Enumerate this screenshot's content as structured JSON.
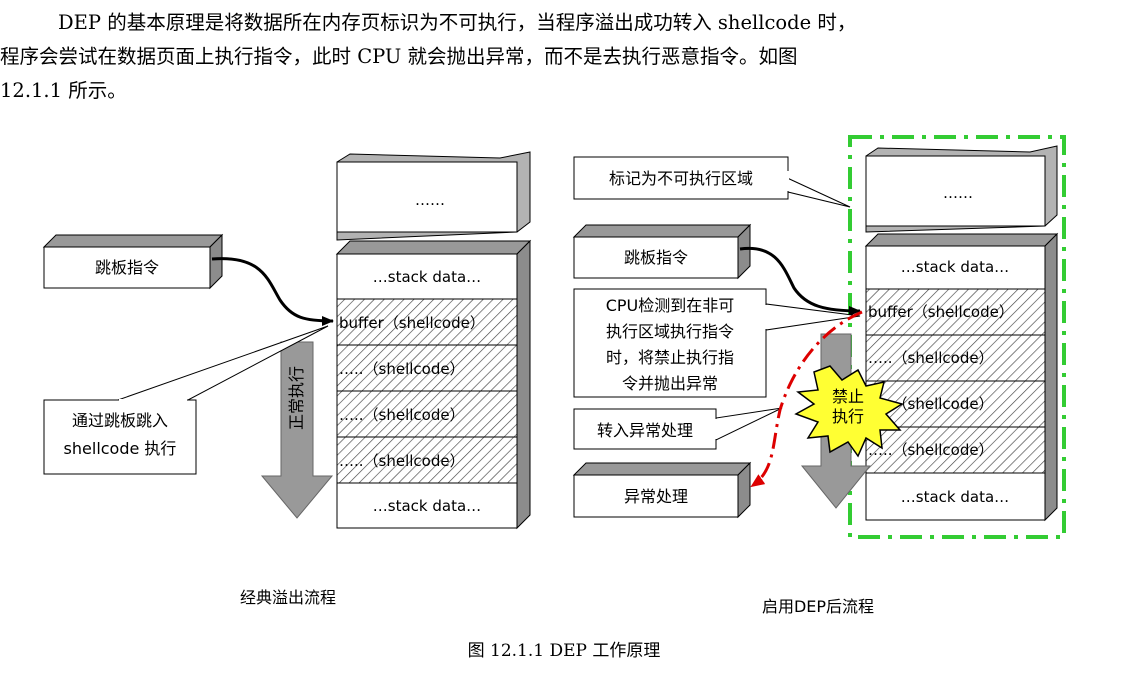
{
  "paragraph": {
    "line1": "DEP 的基本原理是将数据所在内存页标识为不可执行，当程序溢出成功转入 shellcode 时，",
    "line2": "程序会尝试在数据页面上执行指令，此时 CPU 就会抛出异常，而不是去执行恶意指令。如图",
    "line3": "12.1.1 所示。"
  },
  "left_diagram": {
    "top_block": "……",
    "trampoline": "跳板指令",
    "stack": [
      "…stack data…",
      "buffer（shellcode）",
      "…..（shellcode）",
      "…..（shellcode）",
      "…..（shellcode）",
      "…stack data…"
    ],
    "arrow_label": "正常执行",
    "callout_line1": "通过跳板跳入",
    "callout_line2": "shellcode 执行",
    "title": "经典溢出流程"
  },
  "right_diagram": {
    "nx_label": "标记为不可执行区域",
    "top_block": "……",
    "trampoline": "跳板指令",
    "cpu_note": [
      "CPU检测到在非可",
      "执行区域执行指令",
      "时，将禁止执行指",
      "令并抛出异常"
    ],
    "exception_label": "转入异常处理",
    "handler": "异常处理",
    "burst_line1": "禁止",
    "burst_line2": "执行",
    "stack": [
      "…stack data…",
      "buffer（shellcode）",
      "…..（shellcode）",
      "…..（shellcode）",
      "…..（shellcode）",
      "…stack data…"
    ],
    "title": "启用DEP后流程"
  },
  "caption": "图 12.1.1  DEP   工作原理",
  "colors": {
    "nx_border": "#33cc33",
    "red_path": "#dd0000",
    "burst": "#ffff33",
    "gray_arrow": "#999999"
  }
}
